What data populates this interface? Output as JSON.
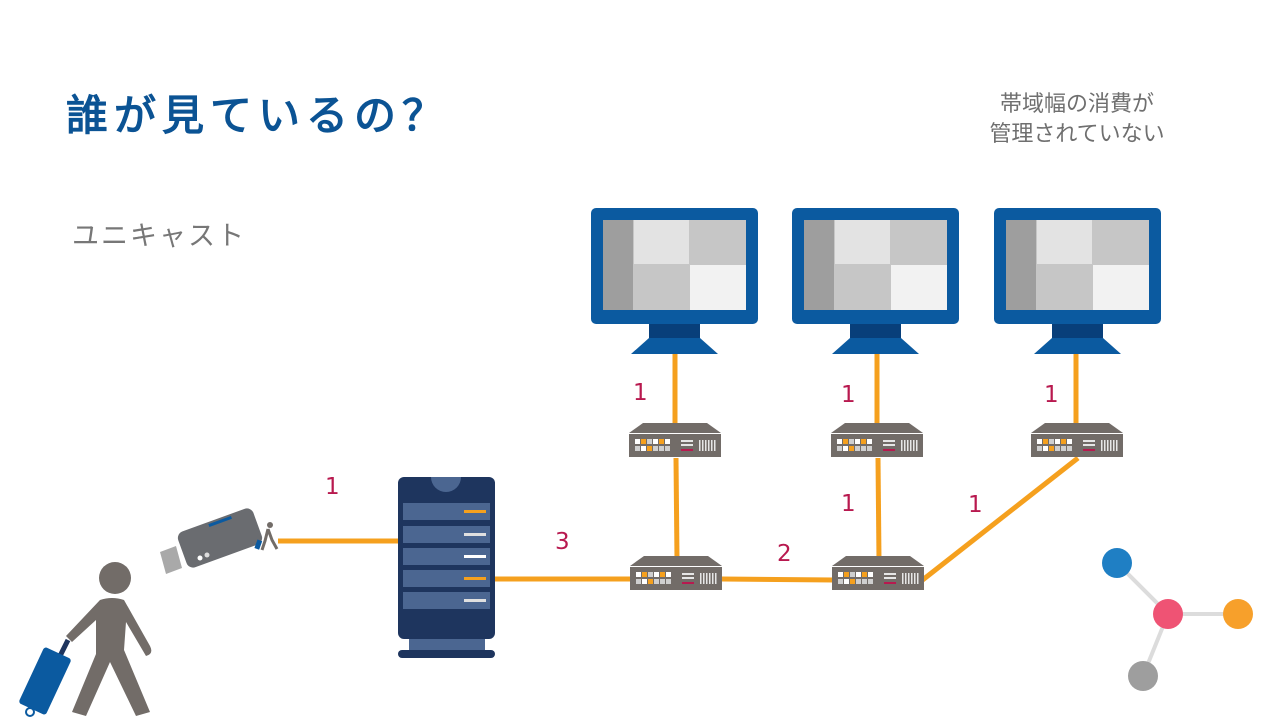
{
  "title": "誰が見ているの？",
  "subtitle": "ユニキャスト",
  "note": {
    "line1": "帯域幅の消費が",
    "line2": "管理されていない"
  },
  "colors": {
    "title": "#0b5394",
    "link": "#f5a01e",
    "stream_count": "#b8194f",
    "monitor_frame": "#0b5aa0",
    "switch_body": "#726c68",
    "server_body": "#1e355e",
    "person": "#726c68"
  },
  "diagram": {
    "nodes": [
      {
        "id": "person",
        "icon": "walking-person-with-suitcase-icon"
      },
      {
        "id": "camera",
        "icon": "surveillance-camera-icon"
      },
      {
        "id": "server",
        "icon": "server-rack-icon"
      },
      {
        "id": "switch-core-1",
        "icon": "network-switch-icon"
      },
      {
        "id": "switch-core-2",
        "icon": "network-switch-icon"
      },
      {
        "id": "switch-edge-1",
        "icon": "network-switch-icon"
      },
      {
        "id": "switch-edge-2",
        "icon": "network-switch-icon"
      },
      {
        "id": "switch-edge-3",
        "icon": "network-switch-icon"
      },
      {
        "id": "monitor-1",
        "icon": "monitor-icon"
      },
      {
        "id": "monitor-2",
        "icon": "monitor-icon"
      },
      {
        "id": "monitor-3",
        "icon": "monitor-icon"
      },
      {
        "id": "network-logo",
        "icon": "network-nodes-icon"
      }
    ],
    "links": [
      {
        "from": "camera",
        "to": "server",
        "streams": "1"
      },
      {
        "from": "server",
        "to": "switch-core-1",
        "streams": "3"
      },
      {
        "from": "switch-core-1",
        "to": "switch-core-2",
        "streams": "2"
      },
      {
        "from": "switch-core-1",
        "to": "switch-edge-1",
        "streams": ""
      },
      {
        "from": "switch-edge-1",
        "to": "monitor-1",
        "streams": "1"
      },
      {
        "from": "switch-core-2",
        "to": "switch-edge-2",
        "streams": "1"
      },
      {
        "from": "switch-edge-2",
        "to": "monitor-2",
        "streams": "1"
      },
      {
        "from": "switch-core-2",
        "to": "switch-edge-3",
        "streams": "1"
      },
      {
        "from": "switch-edge-3",
        "to": "monitor-3",
        "streams": "1"
      }
    ]
  }
}
